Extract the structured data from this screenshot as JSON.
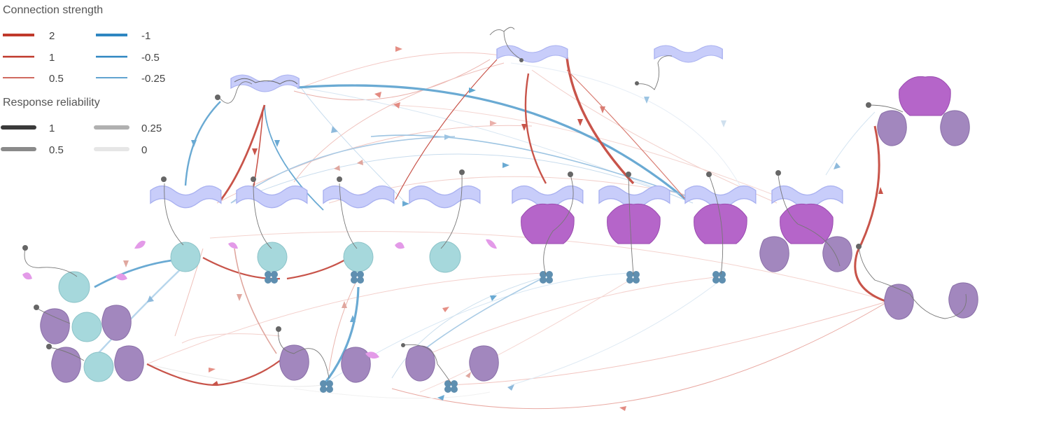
{
  "legend": {
    "strength_title": "Connection strength",
    "strength_items": [
      {
        "label": "2",
        "color": "#c0392b",
        "value": 2
      },
      {
        "label": "1",
        "color": "#c0392b",
        "value": 1
      },
      {
        "label": "0.5",
        "color": "#c0392b",
        "value": 0.5
      },
      {
        "label": "-1",
        "color": "#2e86c1",
        "value": -1
      },
      {
        "label": "-0.5",
        "color": "#2e86c1",
        "value": -0.5
      },
      {
        "label": "-0.25",
        "color": "#2e86c1",
        "value": -0.25
      }
    ],
    "reliability_title": "Response reliability",
    "reliability_items": [
      {
        "label": "1",
        "value": 1
      },
      {
        "label": "0.25",
        "value": 0.25
      },
      {
        "label": "0.5",
        "value": 0.5
      },
      {
        "label": "0",
        "value": 0
      }
    ]
  },
  "colors": {
    "excitatory": "#c0392b",
    "inhibitory": "#2e86c1",
    "ciliary_band": "#c8cdfa",
    "ciliary_band_stroke": "#a9b1f0",
    "secretory": "#b565c9",
    "muscle": "#a287be",
    "sensory_cell": "#a6d8dc",
    "motor_cluster": "#5f8fb0",
    "pink_ending": "#e39ae8",
    "soma": "#666666"
  }
}
